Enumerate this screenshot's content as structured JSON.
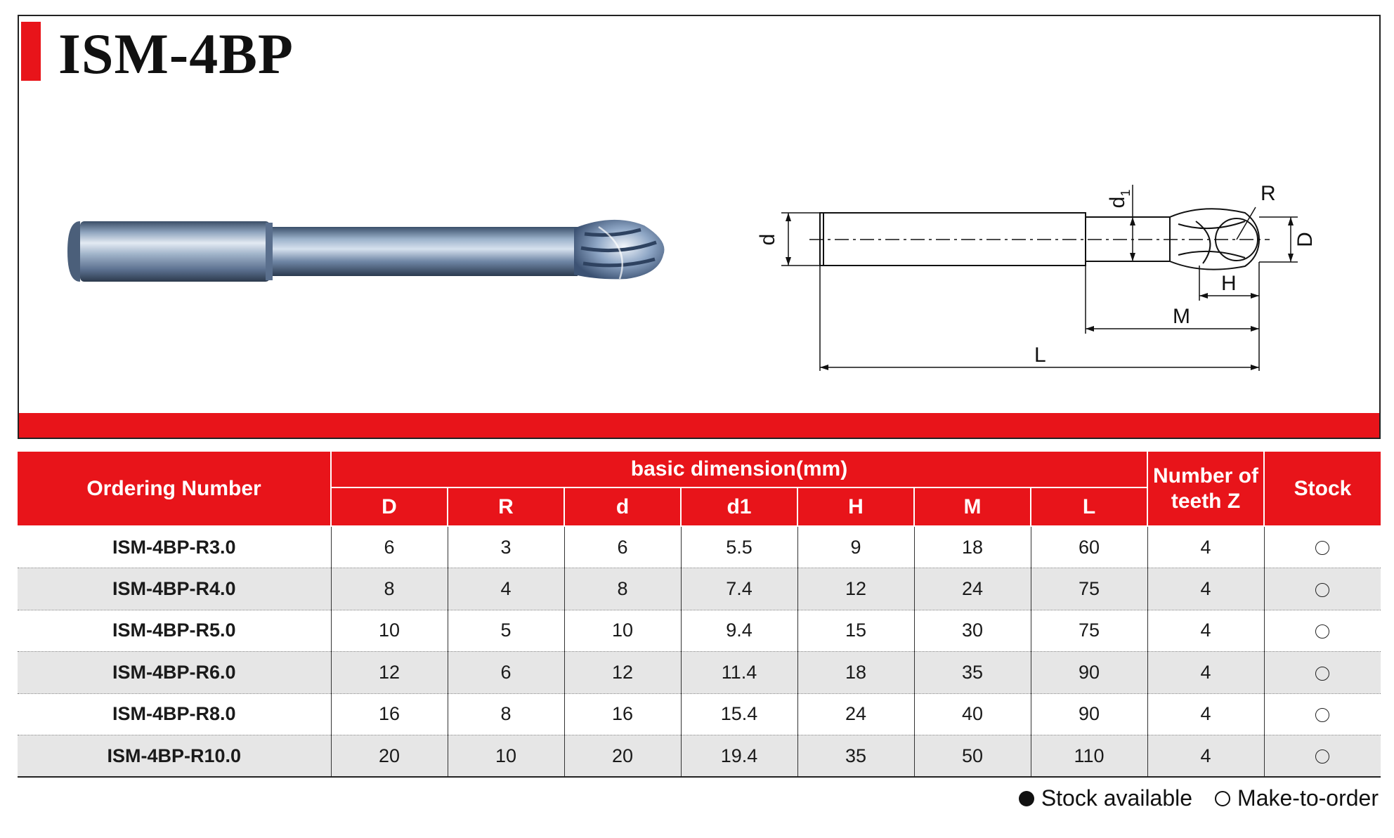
{
  "product": {
    "title": "ISM-4BP"
  },
  "diagram_labels": {
    "d": "d",
    "d1_main": "d",
    "d1_sub": "1",
    "R": "R",
    "D": "D",
    "H": "H",
    "M": "M",
    "L": "L"
  },
  "table": {
    "ordering_header": "Ordering Number",
    "basic_header": "basic dimension(mm)",
    "teeth_header_line1": "Number of",
    "teeth_header_line2": "teeth Z",
    "stock_header": "Stock",
    "columns": [
      "D",
      "R",
      "d",
      "d1",
      "H",
      "M",
      "L"
    ],
    "rows": [
      {
        "ordering": "ISM-4BP-R3.0",
        "D": "6",
        "R": "3",
        "d": "6",
        "d1": "5.5",
        "H": "9",
        "M": "18",
        "L": "60",
        "Z": "4",
        "stock": "make-to-order"
      },
      {
        "ordering": "ISM-4BP-R4.0",
        "D": "8",
        "R": "4",
        "d": "8",
        "d1": "7.4",
        "H": "12",
        "M": "24",
        "L": "75",
        "Z": "4",
        "stock": "make-to-order"
      },
      {
        "ordering": "ISM-4BP-R5.0",
        "D": "10",
        "R": "5",
        "d": "10",
        "d1": "9.4",
        "H": "15",
        "M": "30",
        "L": "75",
        "Z": "4",
        "stock": "make-to-order"
      },
      {
        "ordering": "ISM-4BP-R6.0",
        "D": "12",
        "R": "6",
        "d": "12",
        "d1": "11.4",
        "H": "18",
        "M": "35",
        "L": "90",
        "Z": "4",
        "stock": "make-to-order"
      },
      {
        "ordering": "ISM-4BP-R8.0",
        "D": "16",
        "R": "8",
        "d": "16",
        "d1": "15.4",
        "H": "24",
        "M": "40",
        "L": "90",
        "Z": "4",
        "stock": "make-to-order"
      },
      {
        "ordering": "ISM-4BP-R10.0",
        "D": "20",
        "R": "10",
        "d": "20",
        "d1": "19.4",
        "H": "35",
        "M": "50",
        "L": "110",
        "Z": "4",
        "stock": "make-to-order"
      }
    ]
  },
  "legend": {
    "stock_available": "Stock available",
    "make_to_order": "Make-to-order"
  },
  "colors": {
    "accent_red": "#e8141a",
    "stripe_gray": "#e6e6e6"
  }
}
